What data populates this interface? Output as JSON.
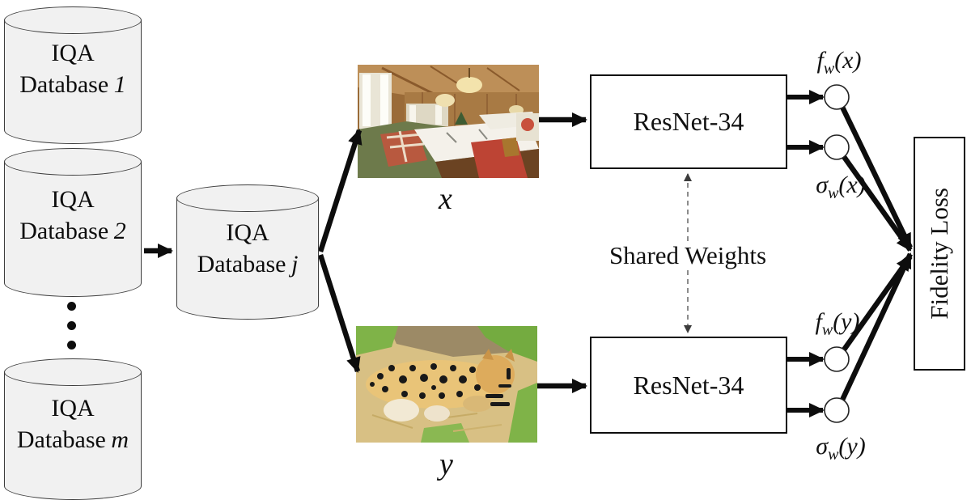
{
  "diagram": {
    "databases": [
      {
        "line1": "IQA",
        "line2": "Database",
        "index": "1"
      },
      {
        "line1": "IQA",
        "line2": "Database",
        "index": "2"
      },
      {
        "line1": "IQA",
        "line2": "Database",
        "index": "m"
      }
    ],
    "sampled_database": {
      "line1": "IQA",
      "line2": "Database",
      "index": "j"
    },
    "image_x": {
      "label": "x",
      "alt": "restaurant interior photo"
    },
    "image_y": {
      "label": "y",
      "alt": "leopard lying on straw photo"
    },
    "encoders": [
      {
        "label": "ResNet-34"
      },
      {
        "label": "ResNet-34"
      }
    ],
    "shared_weights_label": "Shared Weights",
    "outputs": [
      {
        "base": "f",
        "sub": "w",
        "arg": "(x)"
      },
      {
        "base": "σ",
        "sub": "w",
        "arg": "(x)"
      },
      {
        "base": "f",
        "sub": "w",
        "arg": "(y)"
      },
      {
        "base": "σ",
        "sub": "w",
        "arg": "(y)"
      }
    ],
    "loss_label": "Fidelity Loss",
    "colors": {
      "cylinder_fill": "#f1f1f1",
      "stroke": "#0d0d0d",
      "dashed_line": "#808080",
      "background": "#ffffff"
    }
  }
}
